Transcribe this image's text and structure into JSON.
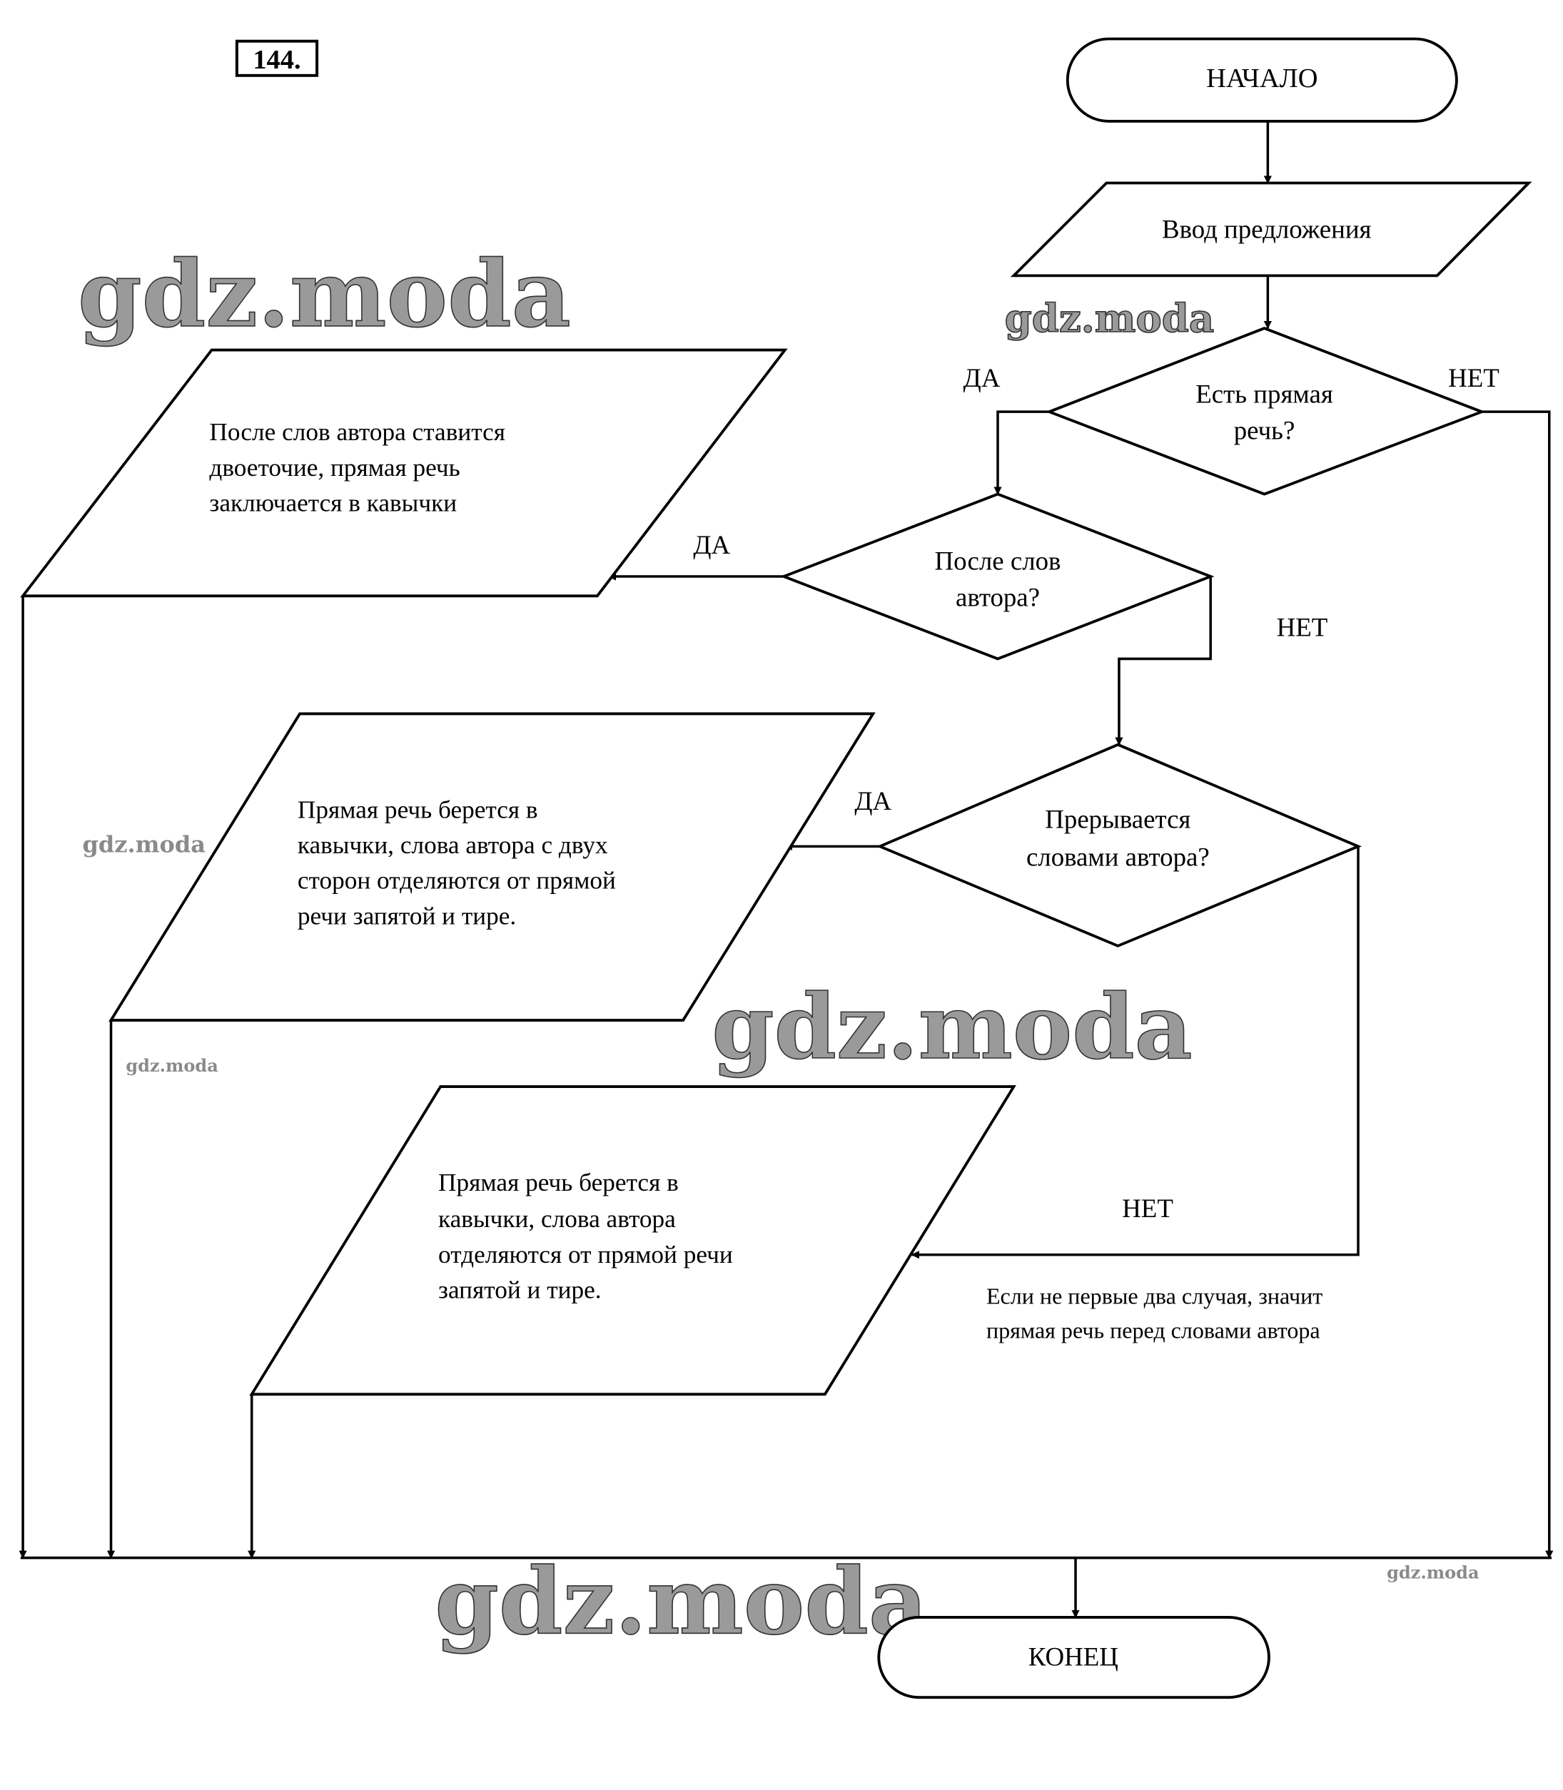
{
  "task_number": "144.",
  "nodes": {
    "start": "НАЧАЛО",
    "input": "Ввод предложения",
    "decision1": [
      "Есть прямая",
      "речь?"
    ],
    "decision2": [
      "После слов",
      "автора?"
    ],
    "decision3": [
      "Прерывается",
      "словами автора?"
    ],
    "output1": [
      "После слов автора ставится",
      "двоеточие, прямая речь",
      "заключается в кавычки"
    ],
    "output2": [
      "Прямая речь берется в",
      "кавычки, слова автора с двух",
      "сторон отделяются от прямой",
      "речи запятой и тире."
    ],
    "output3": [
      "Прямая речь берется в",
      "кавычки, слова автора",
      "отделяются от прямой речи",
      "запятой и тире."
    ],
    "end": "КОНЕЦ"
  },
  "labels": {
    "d1_yes": "ДА",
    "d1_no": "НЕТ",
    "d2_yes": "ДА",
    "d2_no": "НЕТ",
    "d3_yes": "ДА",
    "d3_no": "НЕТ"
  },
  "note": [
    "Если не первые два случая, значит",
    "прямая речь перед словами автора"
  ],
  "watermark": "gdz.moda"
}
